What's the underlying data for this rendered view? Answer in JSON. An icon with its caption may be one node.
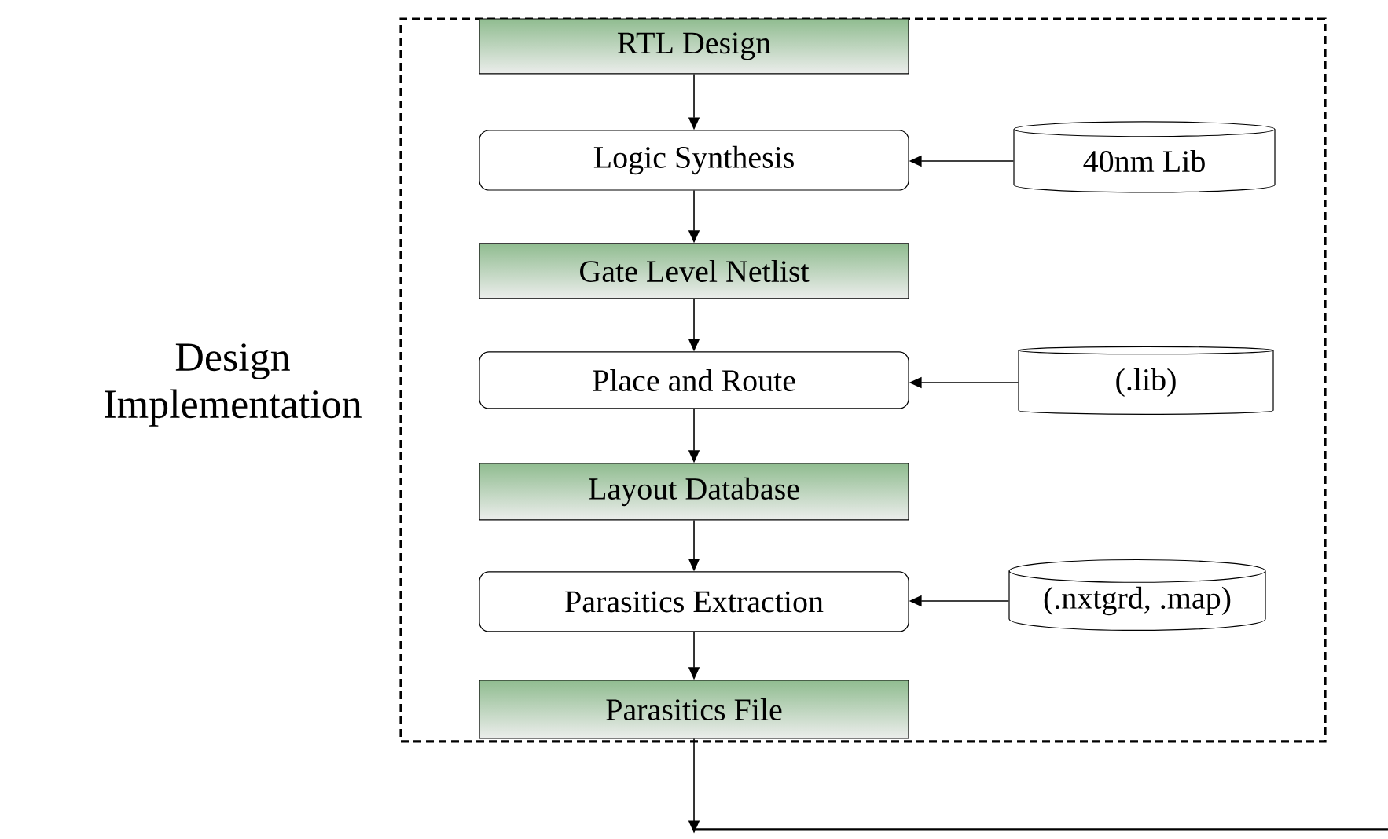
{
  "diagram": {
    "nodes": [
      {
        "text": [
          "Design Implementation"
        ]
      },
      {
        "text": [
          "RTL Design"
        ],
        "in": 0
      },
      {
        "text": [
          "Logic Synthesis"
        ],
        "in": 0
      },
      {
        "text": [
          "40nm Lib"
        ],
        "in": 0
      },
      {
        "text": [
          "Gate Level Netlist"
        ],
        "in": 0
      },
      {
        "text": [
          "Place and Route"
        ],
        "in": 0
      },
      {
        "text": [
          "(.lib)"
        ],
        "in": 0
      },
      {
        "text": [
          "Layout Database"
        ],
        "in": 0
      },
      {
        "text": [
          "Parasitics Extraction"
        ],
        "in": 0
      },
      {
        "text": [
          "(.nxtgrd, .map)"
        ],
        "in": 0
      },
      {
        "text": [
          "Parasitics File"
        ],
        "in": 0
      }
    ],
    "edges": [
      {
        "from": 1,
        "to": 2,
        "arrow": "to"
      },
      {
        "from": 3,
        "to": 2,
        "arrow": "to"
      },
      {
        "from": 2,
        "to": 4,
        "arrow": "to"
      },
      {
        "from": 4,
        "to": 5,
        "arrow": "to"
      },
      {
        "from": 6,
        "to": 5,
        "arrow": "to"
      },
      {
        "from": 5,
        "to": 7,
        "arrow": "to"
      },
      {
        "from": 7,
        "to": 8,
        "arrow": "to"
      },
      {
        "from": 9,
        "to": 8,
        "arrow": "to"
      },
      {
        "from": 8,
        "to": 10,
        "arrow": "to"
      },
      {
        "from": 10,
        "to": null,
        "arrow": "to"
      }
    ]
  }
}
